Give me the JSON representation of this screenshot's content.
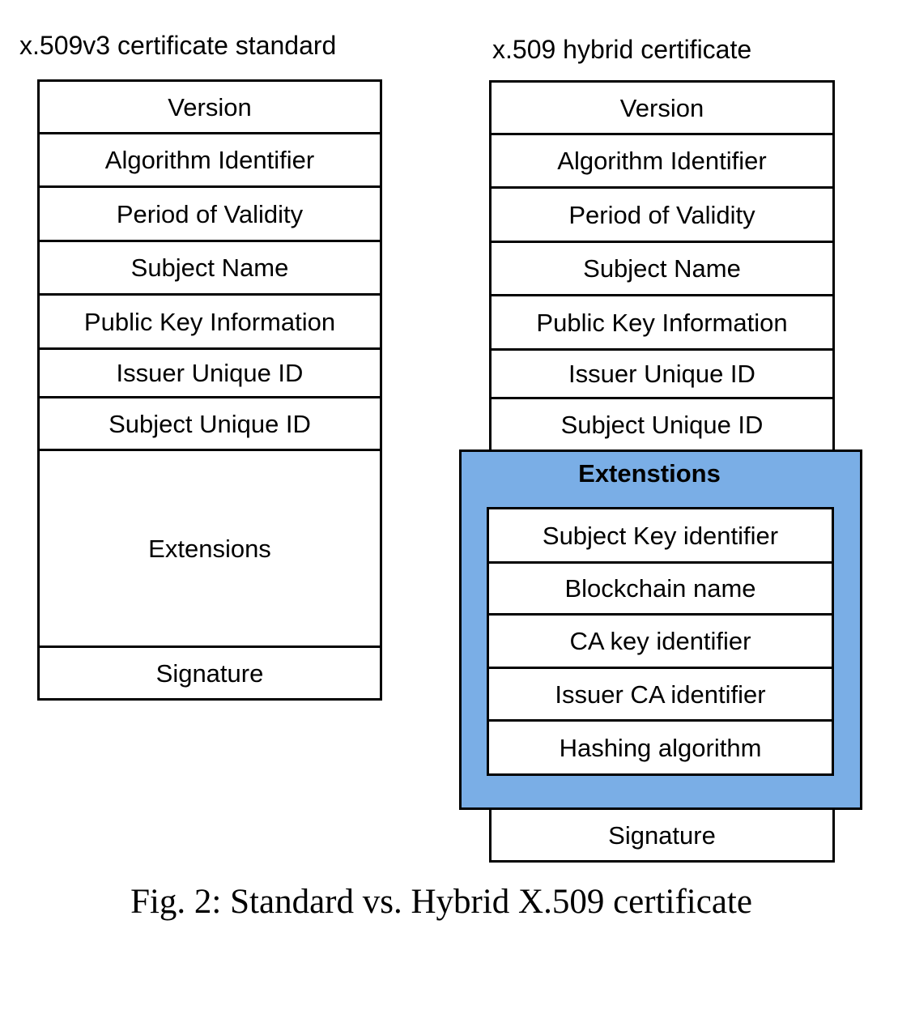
{
  "standard": {
    "title": "x.509v3 certificate standard",
    "fields": [
      "Version",
      "Algorithm Identifier",
      "Period of Validity",
      "Subject Name",
      "Public Key Information",
      "Issuer Unique ID",
      "Subject Unique ID",
      "Extensions",
      "Signature"
    ]
  },
  "hybrid": {
    "title": "x.509 hybrid certificate",
    "fields": [
      "Version",
      "Algorithm Identifier",
      "Period of Validity",
      "Subject Name",
      "Public Key Information",
      "Issuer Unique ID",
      "Subject Unique ID"
    ],
    "extensions": {
      "heading": "Extenstions",
      "items": [
        "Subject Key identifier",
        "Blockchain name",
        "CA key identifier",
        "Issuer CA identifier",
        "Hashing algorithm"
      ]
    },
    "signature": "Signature"
  },
  "caption": "Fig. 2: Standard vs. Hybrid X.509 certificate",
  "colors": {
    "extensions_fill": "#7aaee6",
    "border": "#000000"
  }
}
